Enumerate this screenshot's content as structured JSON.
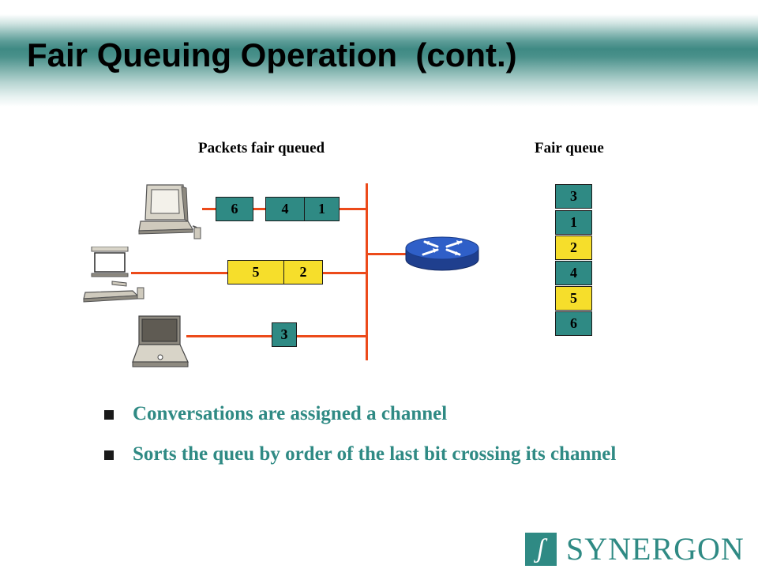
{
  "slide": {
    "title": "Fair Queuing Operation  (cont.)"
  },
  "diagram": {
    "caption_left": "Packets fair queued",
    "caption_right": "Fair queue",
    "queues": [
      {
        "host": "desktop-computer-icon",
        "packets": [
          {
            "label": "6",
            "color": "teal"
          },
          {
            "label": "4",
            "color": "teal"
          },
          {
            "label": "1",
            "color": "teal"
          }
        ]
      },
      {
        "host": "workstation-icon",
        "packets": [
          {
            "label": "5",
            "color": "yellow"
          },
          {
            "label": "2",
            "color": "yellow"
          }
        ]
      },
      {
        "host": "laptop-icon",
        "packets": [
          {
            "label": "3",
            "color": "teal"
          }
        ]
      }
    ],
    "fair_queue": [
      {
        "label": "3",
        "color": "teal"
      },
      {
        "label": "1",
        "color": "teal"
      },
      {
        "label": "2",
        "color": "yellow"
      },
      {
        "label": "4",
        "color": "teal"
      },
      {
        "label": "5",
        "color": "yellow"
      },
      {
        "label": "6",
        "color": "teal"
      }
    ],
    "router_icon": "router-icon"
  },
  "bullets": [
    "Conversations are assigned a channel",
    "Sorts the queu by order of the last bit crossing its channel"
  ],
  "logo": {
    "text": "SYNERGON",
    "mark": "ʃ"
  },
  "colors": {
    "teal": "#2f8a84",
    "yellow": "#f6de2b",
    "wire": "#ec4a1a",
    "router": "#2f5fc8"
  }
}
